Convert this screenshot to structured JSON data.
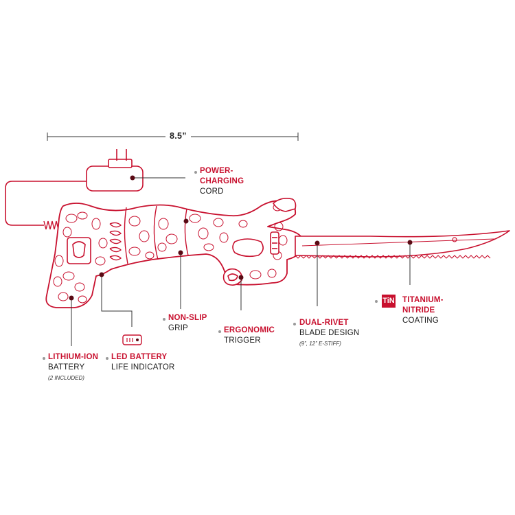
{
  "dimension": {
    "text": "8.5”"
  },
  "callouts": {
    "power": {
      "line1": "POWER-",
      "line2": "CHARGING",
      "line3": "CORD"
    },
    "nonslip": {
      "line1": "NON-SLIP",
      "line2": "GRIP"
    },
    "trigger": {
      "line1": "ERGONOMIC",
      "line2": "TRIGGER"
    },
    "rivet": {
      "line1": "DUAL-RIVET",
      "line2": "BLADE DESIGN",
      "note": "(9”, 12” E-STIFF)"
    },
    "tin": {
      "badge": "TiN",
      "line1": "TITANIUM-",
      "line2": "NITRIDE",
      "line3": "COATING"
    },
    "battery": {
      "line1": "LITHIUM-ION",
      "line2": "BATTERY",
      "note": "(2 INCLUDED)"
    },
    "led": {
      "line1": "LED BATTERY",
      "line2": "LIFE INDICATOR"
    }
  },
  "colors": {
    "accent": "#c8102e",
    "dot": "#5a0a14",
    "bullet": "#999999"
  }
}
